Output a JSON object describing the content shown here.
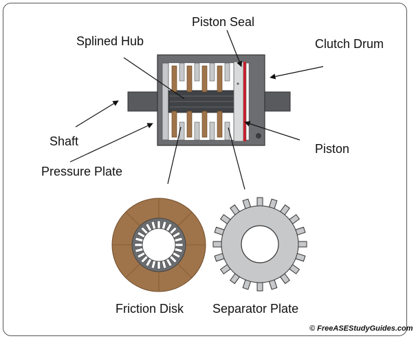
{
  "labels": {
    "splined_hub": "Splined Hub",
    "piston_seal": "Piston Seal",
    "clutch_drum": "Clutch Drum",
    "shaft": "Shaft",
    "piston": "Piston",
    "pressure_plate": "Pressure Plate",
    "friction_disk": "Friction Disk",
    "separator_plate": "Separator Plate"
  },
  "copyright": "© FreeASEStudyGuides.com",
  "colors": {
    "drum": "#6b6d70",
    "shaft": "#585a5e",
    "hub": "#3f4246",
    "friction": "#a0744a",
    "separator": "#c7c8ca",
    "seal": "#c8202f",
    "frame": "#555555"
  }
}
